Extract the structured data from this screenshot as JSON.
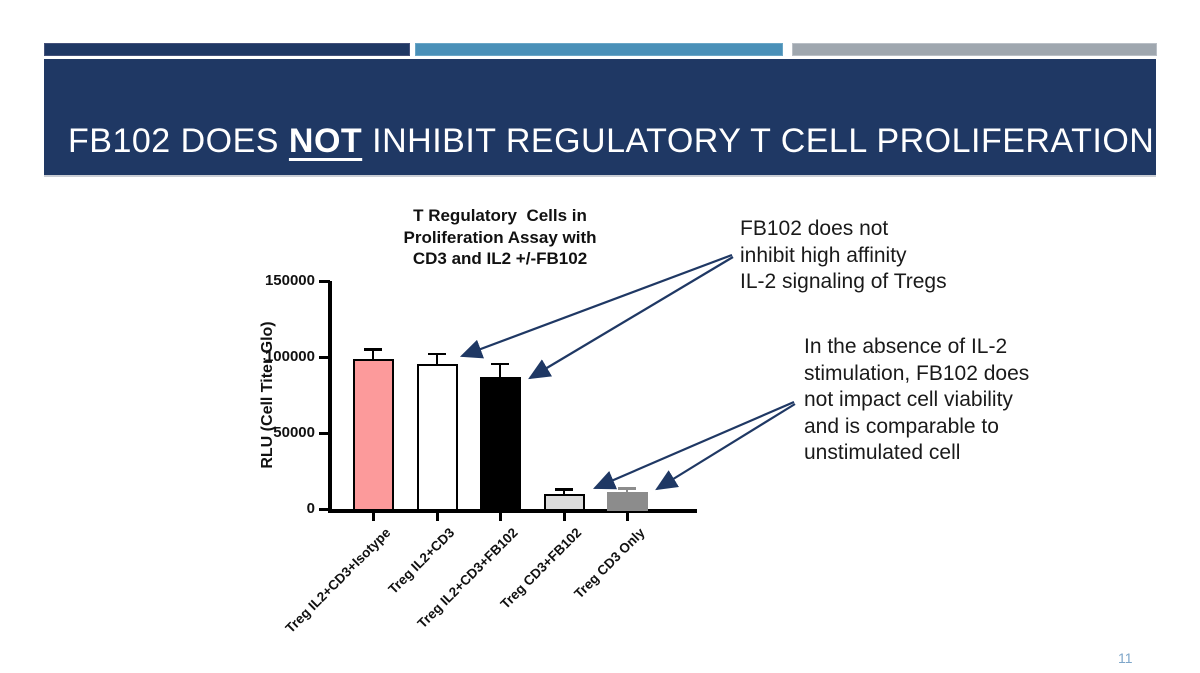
{
  "slide": {
    "title_pre": "FB102 DOES ",
    "title_emph": "NOT",
    "title_post": " INHIBIT REGULATORY T CELL PROLIFERATION",
    "page_number": "11"
  },
  "colors": {
    "header_navy": "#1f3864",
    "accent_teal": "#4a90b8",
    "accent_gray": "#9fa7af",
    "arrow_navy": "#1f3864",
    "page_number_blue": "#7ea6c9"
  },
  "annotations": {
    "note1": {
      "lines": [
        "FB102 does not",
        "inhibit high affinity",
        "IL-2 signaling of Tregs"
      ]
    },
    "note2": {
      "lines": [
        "In the absence of IL-2",
        "stimulation, FB102 does",
        "not impact cell viability",
        "and is comparable to",
        "unstimulated cell"
      ]
    }
  },
  "chart_data": {
    "type": "bar",
    "title_lines": [
      "T Regulatory  Cells in",
      "Proliferation Assay with",
      "CD3 and IL2 +/-FB102"
    ],
    "ylabel": "RLU (Cell Titer Glo)",
    "xlabel": "",
    "ylim": [
      0,
      150000
    ],
    "yticks": [
      0,
      50000,
      100000,
      150000
    ],
    "grid": false,
    "legend": "none",
    "categories": [
      "Treg IL2+CD3+Isotype",
      "Treg IL2+CD3",
      "Treg IL2+CD3+FB102",
      "Treg CD3+FB102",
      "Treg CD3 Only"
    ],
    "values": [
      99000,
      95500,
      87000,
      10000,
      11000
    ],
    "errors": [
      6000,
      6500,
      8500,
      3000,
      2500
    ],
    "bar_colors": [
      "#fc9a9b",
      "#ffffff",
      "#000000",
      "#dcdcdc",
      "#8c8c8c"
    ],
    "bar_border_colors": [
      "#000000",
      "#000000",
      "#000000",
      "#000000",
      "#8c8c8c"
    ],
    "error_bar_colors": [
      "#000000",
      "#000000",
      "#000000",
      "#000000",
      "#8c8c8c"
    ]
  }
}
